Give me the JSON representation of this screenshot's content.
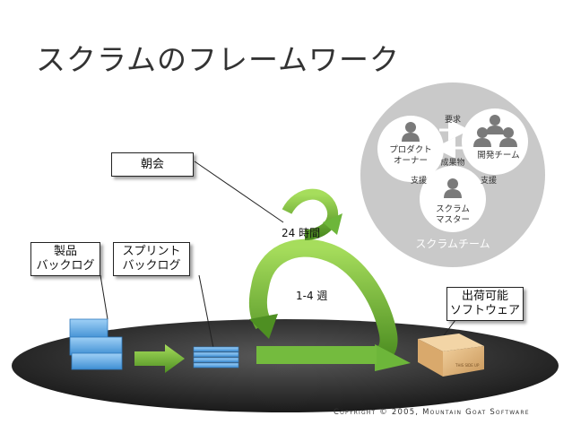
{
  "title": "スクラムのフレームワーク",
  "callouts": {
    "daily": "朝会",
    "product_backlog": [
      "製品",
      "バックログ"
    ],
    "sprint_backlog": [
      "スプリント",
      "バックログ"
    ],
    "shippable": [
      "出荷可能",
      "ソフトウェア"
    ]
  },
  "cycle": {
    "day": "24 時間",
    "sprint": "1-4 週"
  },
  "team": {
    "label": "スクラムチーム",
    "product_owner": [
      "プロダクト",
      "オーナー"
    ],
    "dev_team": "開発チーム",
    "scrum_master": [
      "スクラム",
      "マスター"
    ],
    "requirements": "要求",
    "deliverable": "成果物",
    "support_left": "支援",
    "support_right": "支援"
  },
  "box_stamp": "THIS SIDE UP",
  "copyright": "Copyright © 2005, Mountain Goat Software",
  "colors": {
    "arrow_green": "#7cc242",
    "arrow_dark": "#4e8f22",
    "backlog_blue": "#6aaee6",
    "team_circle": "#c9c9c9",
    "box_tan": "#e2b77e"
  }
}
